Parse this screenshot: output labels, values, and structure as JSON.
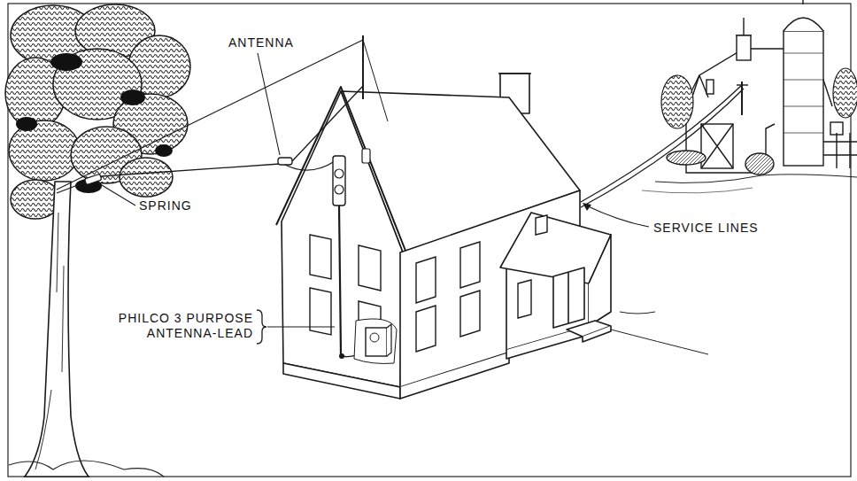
{
  "diagram": {
    "labels": [
      "ANTENNA",
      "SPRING",
      "SERVICE LINES",
      "PHILCO 3 PURPOSE ANTENNA-LEAD"
    ]
  }
}
